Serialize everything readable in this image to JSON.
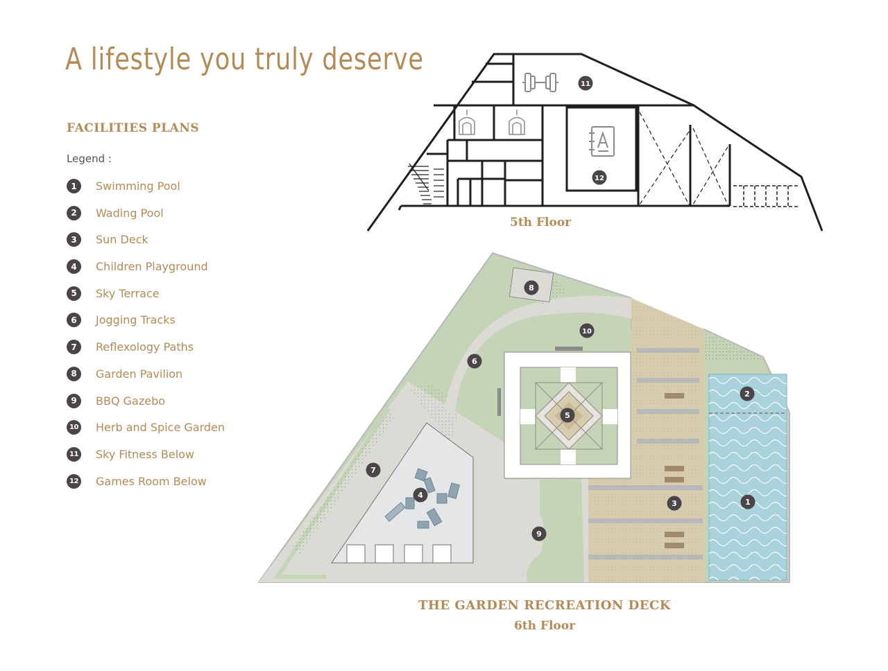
{
  "header": {
    "title": "A lifestyle you truly deserve"
  },
  "section": {
    "title": "FACILITIES PLANS",
    "legend_label": "Legend :"
  },
  "legend": [
    {
      "num": "1",
      "label": "Swimming Pool"
    },
    {
      "num": "2",
      "label": "Wading Pool"
    },
    {
      "num": "3",
      "label": "Sun Deck"
    },
    {
      "num": "4",
      "label": "Children Playground"
    },
    {
      "num": "5",
      "label": "Sky Terrace"
    },
    {
      "num": "6",
      "label": "Jogging Tracks"
    },
    {
      "num": "7",
      "label": "Reflexology Paths"
    },
    {
      "num": "8",
      "label": "Garden Pavilion"
    },
    {
      "num": "9",
      "label": "BBQ Gazebo"
    },
    {
      "num": "10",
      "label": "Herb and Spice Garden"
    },
    {
      "num": "11",
      "label": "Sky Fitness Below"
    },
    {
      "num": "12",
      "label": "Games Room Below"
    }
  ],
  "plan_5th": {
    "caption": "5th Floor",
    "marker_11": "11",
    "marker_12": "12"
  },
  "plan_6th": {
    "caption_title": "THE GARDEN RECREATION DECK",
    "caption_floor": "6th Floor",
    "markers": [
      "1",
      "2",
      "3",
      "4",
      "5",
      "6",
      "7",
      "8",
      "9",
      "10"
    ]
  },
  "colors": {
    "accent": "#b48a56",
    "badge": "#4a4548",
    "garden": "#c5d4b6",
    "path": "#dcdad4",
    "deck": "#d8ccae",
    "pool": "#a9d2dc",
    "play": "#e4e6e8",
    "line": "#1e1e1e"
  },
  "icons": {
    "gym": "dumbbell-icon",
    "prayer": "mosque-arch-icon",
    "games": "address-book-icon"
  }
}
